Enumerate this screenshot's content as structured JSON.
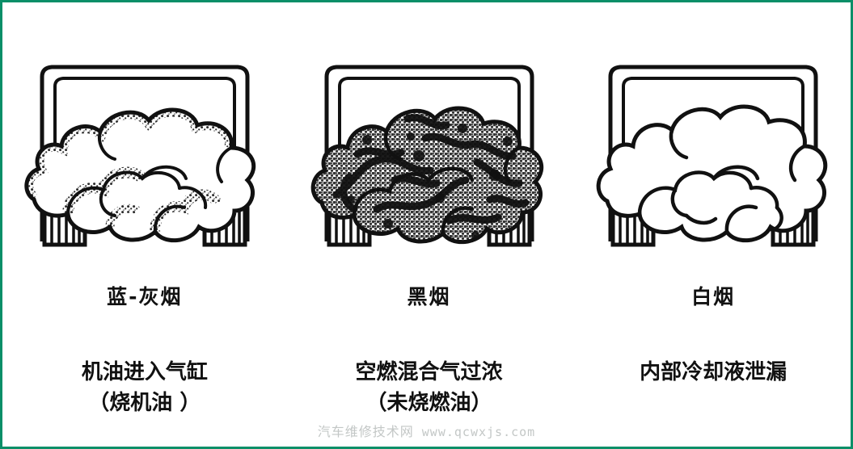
{
  "figure": {
    "border_color": "#0a8f68",
    "background_color": "#ffffff",
    "ink_color": "#111111"
  },
  "panels": [
    {
      "id": "blue-grey-smoke",
      "smoke_label": "蓝-灰烟",
      "cause_line1": "机油进入气缸",
      "cause_line2": "（烧机油 ）",
      "illustration": "truck-rear-with-smoke-cloud",
      "smoke_density": "medium"
    },
    {
      "id": "black-smoke",
      "smoke_label": "黑烟",
      "cause_line1": "空燃混合气过浓",
      "cause_line2": "（未烧燃油）",
      "illustration": "truck-rear-with-smoke-cloud",
      "smoke_density": "heavy"
    },
    {
      "id": "white-smoke",
      "smoke_label": "白烟",
      "cause_line1": "内部冷却液泄漏",
      "cause_line2": "",
      "illustration": "truck-rear-with-smoke-cloud",
      "smoke_density": "none"
    }
  ],
  "watermark": {
    "site_name": "汽车维修技术网",
    "url": "www.qcwxjs.com",
    "color": "#c3c7c6"
  }
}
